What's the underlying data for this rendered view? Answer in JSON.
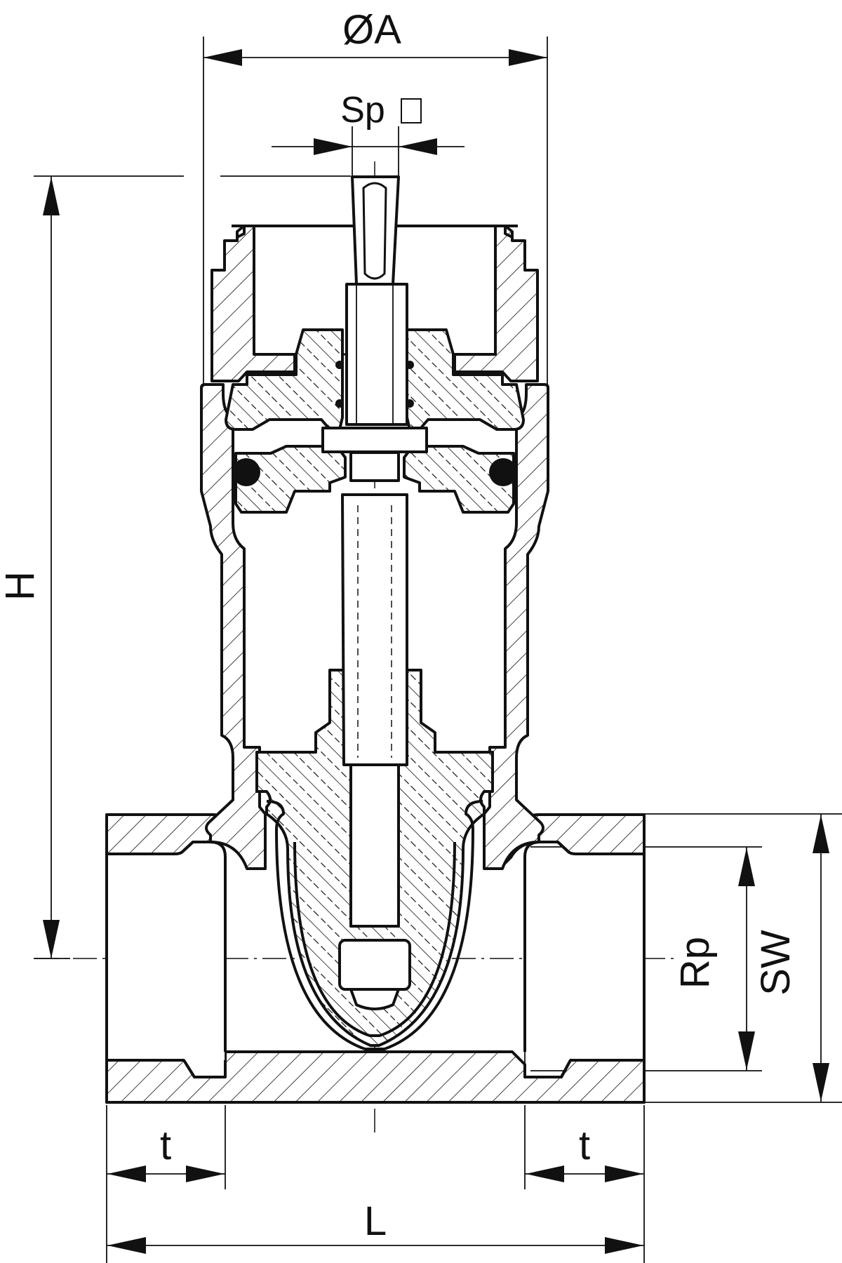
{
  "dimensions": {
    "outer_diameter": "ØA",
    "spindle_square": "Sp",
    "height": "H",
    "thread": "Rp",
    "wrench_size": "SW",
    "thread_depth_left": "t",
    "thread_depth_right": "t",
    "length": "L"
  },
  "colors": {
    "line": "#111111",
    "background": "#ffffff"
  }
}
